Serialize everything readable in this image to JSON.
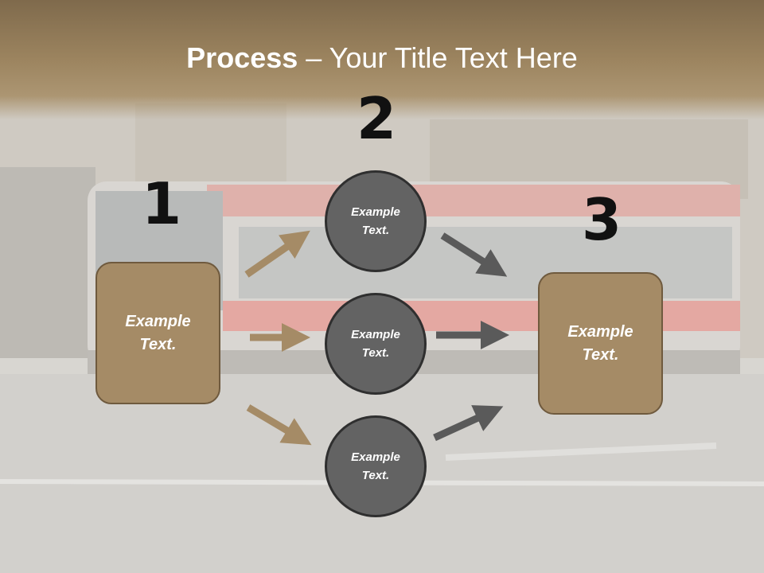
{
  "title": {
    "bold": "Process",
    "rest": " – Your Title Text Here"
  },
  "steps": {
    "one": "1",
    "two": "2",
    "three": "3"
  },
  "boxes": {
    "left": {
      "line1": "Example",
      "line2": "Text."
    },
    "right": {
      "line1": "Example",
      "line2": "Text."
    }
  },
  "circles": [
    {
      "line1": "Example",
      "line2": "Text."
    },
    {
      "line1": "Example",
      "line2": "Text."
    },
    {
      "line1": "Example",
      "line2": "Text."
    }
  ],
  "colors": {
    "tan": "#a58b66",
    "tan_border": "#6f5a3e",
    "circle": "#636363",
    "arrow_tan": "#a58b66",
    "arrow_gray": "#5a5a5a",
    "bus_red": "#e0a6a0"
  }
}
